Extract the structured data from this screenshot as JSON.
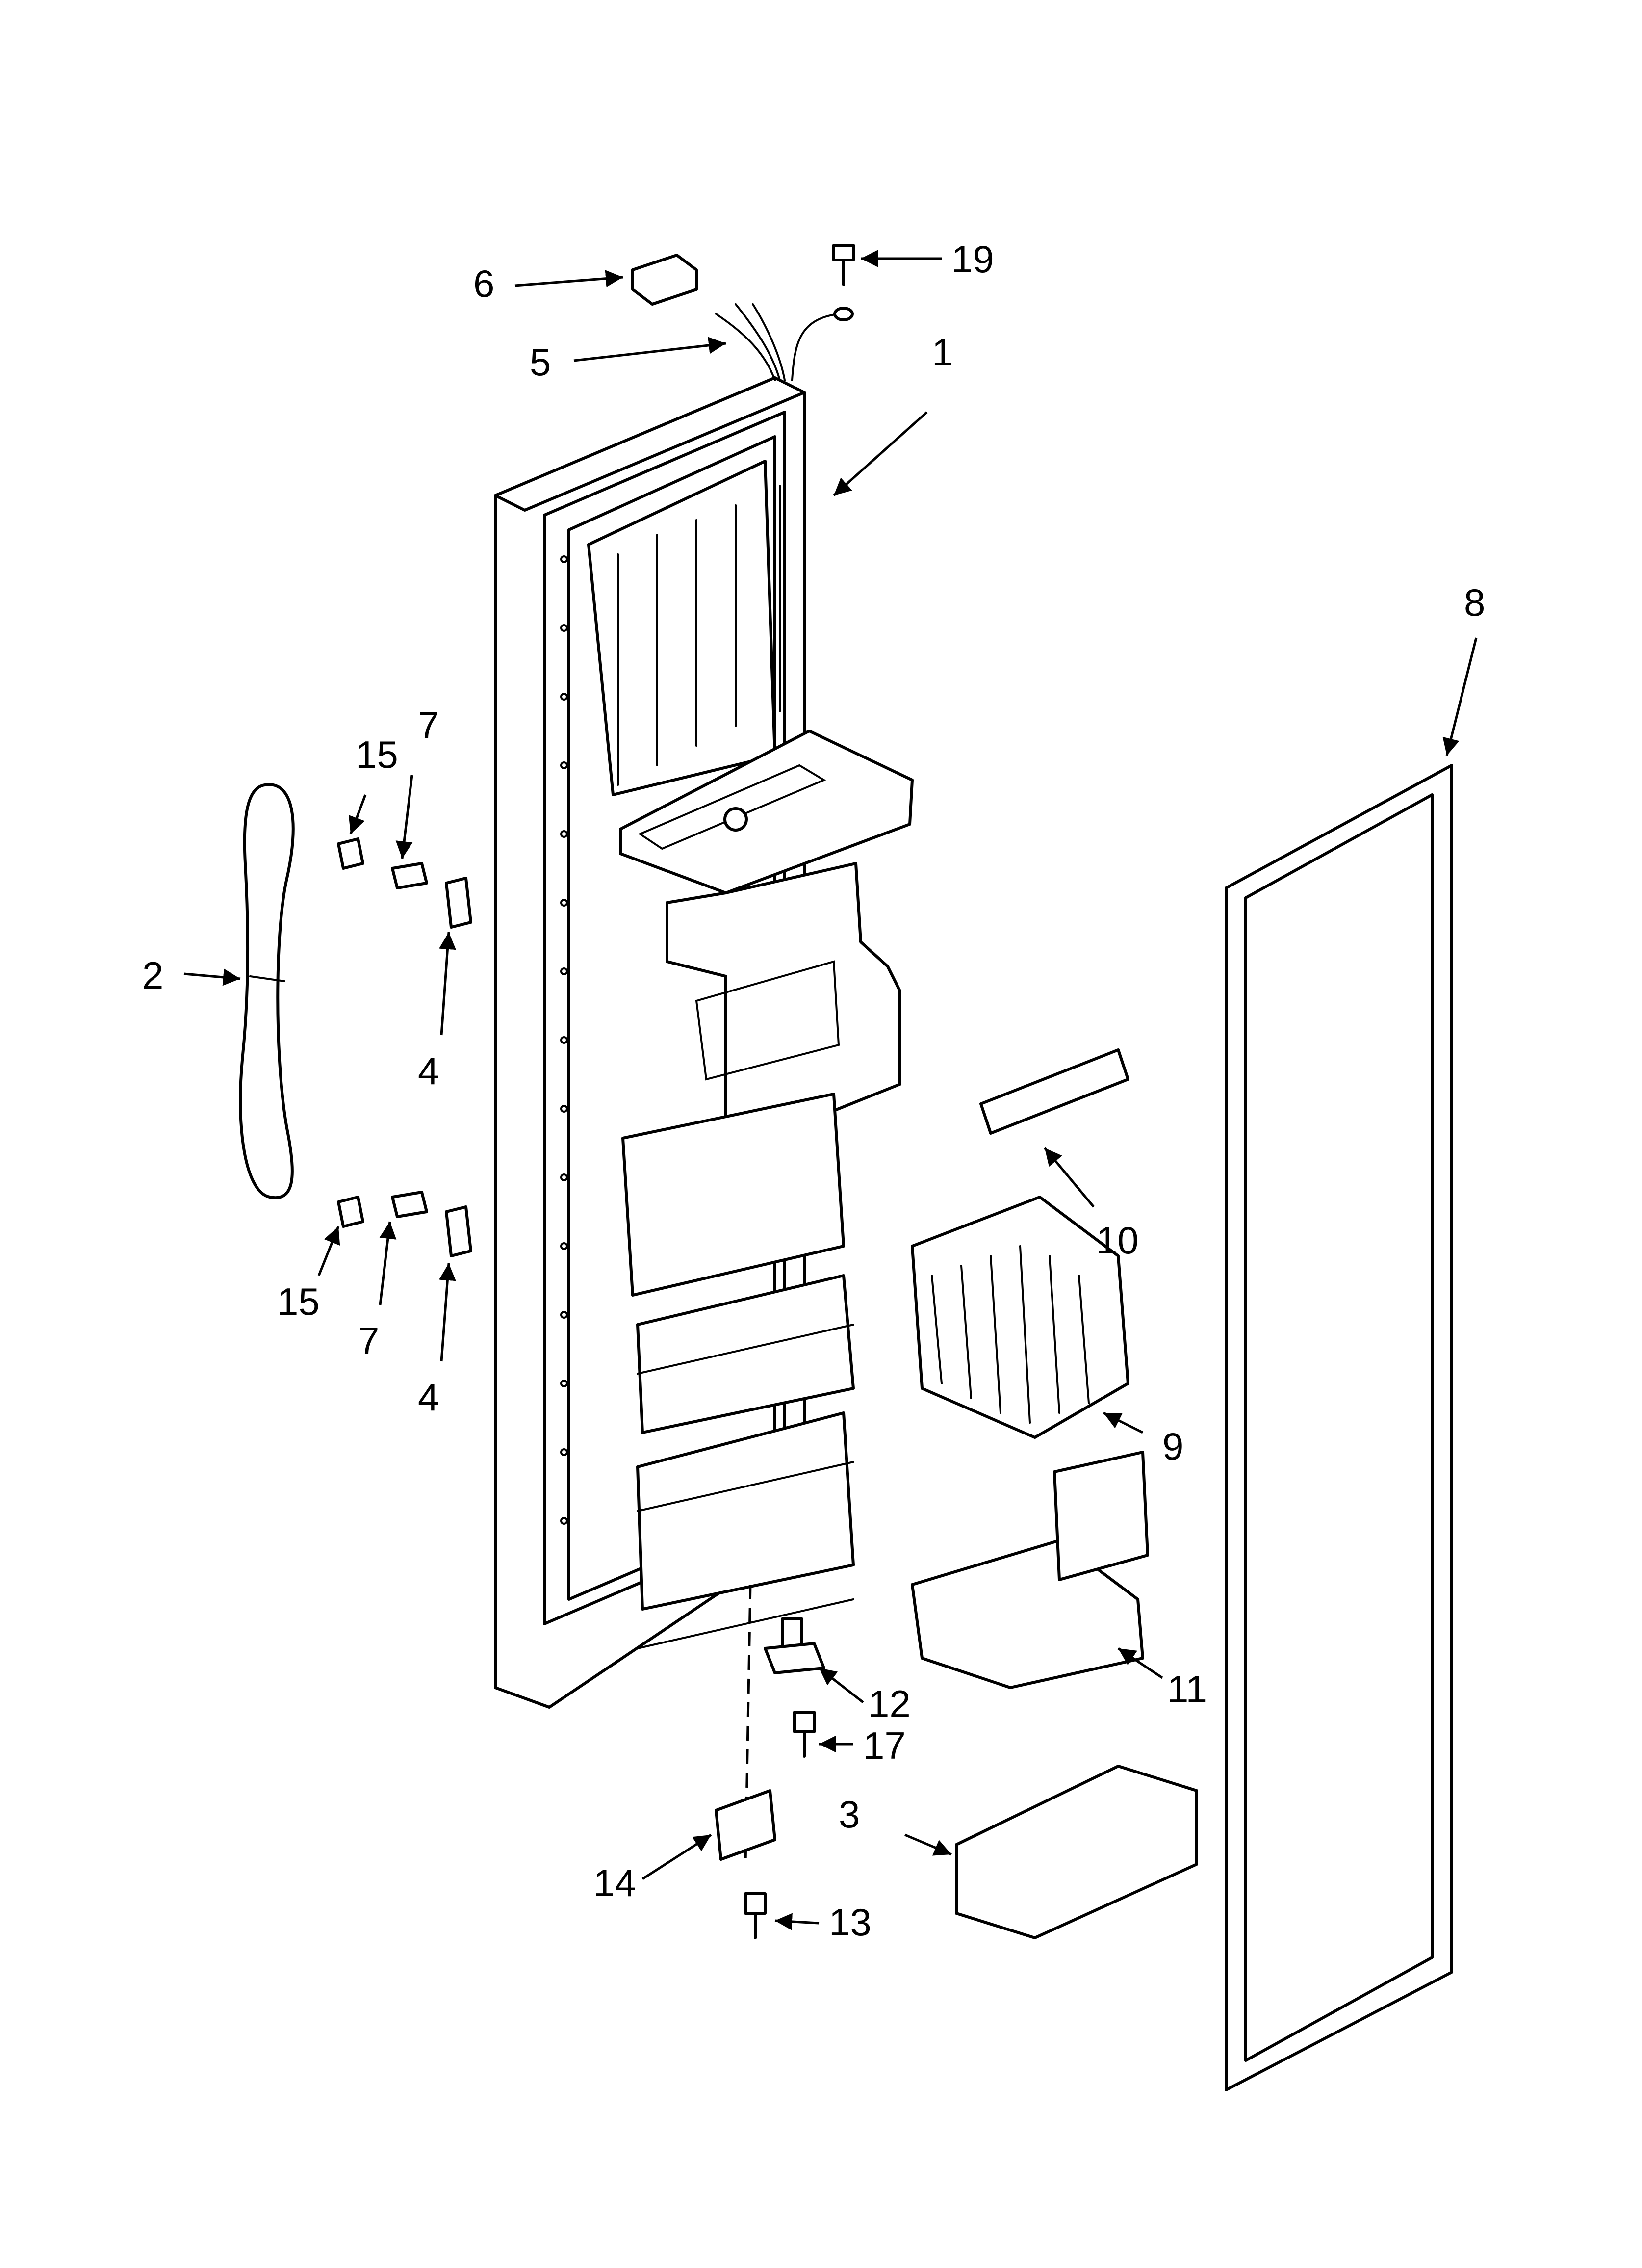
{
  "callouts": [
    {
      "id": "c1",
      "label": "1"
    },
    {
      "id": "c2",
      "label": "2"
    },
    {
      "id": "c3",
      "label": "3"
    },
    {
      "id": "c4a",
      "label": "4"
    },
    {
      "id": "c4b",
      "label": "4"
    },
    {
      "id": "c5",
      "label": "5"
    },
    {
      "id": "c6",
      "label": "6"
    },
    {
      "id": "c7a",
      "label": "7"
    },
    {
      "id": "c7b",
      "label": "7"
    },
    {
      "id": "c8",
      "label": "8"
    },
    {
      "id": "c9",
      "label": "9"
    },
    {
      "id": "c10",
      "label": "10"
    },
    {
      "id": "c11",
      "label": "11"
    },
    {
      "id": "c12",
      "label": "12"
    },
    {
      "id": "c13",
      "label": "13"
    },
    {
      "id": "c14",
      "label": "14"
    },
    {
      "id": "c15a",
      "label": "15"
    },
    {
      "id": "c15b",
      "label": "15"
    },
    {
      "id": "c17",
      "label": "17"
    },
    {
      "id": "c19",
      "label": "19"
    }
  ]
}
